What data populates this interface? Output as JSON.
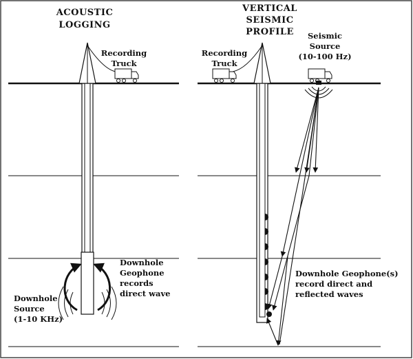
{
  "left_panel": {
    "title": [
      "ACOUSTIC",
      "LOGGING"
    ],
    "truck_label": [
      "Recording",
      "Truck"
    ],
    "receiver_label": [
      "Downhole",
      "Geophone",
      "records",
      "direct wave"
    ],
    "source_label": [
      "Downhole",
      "Source",
      "(1-10 KHz)"
    ]
  },
  "right_panel": {
    "title": [
      "VERTICAL",
      "SEISMIC",
      "PROFILE"
    ],
    "truck_label": [
      "Recording",
      "Truck"
    ],
    "source_label": [
      "Seismic",
      "Source",
      "(10-100 Hz)"
    ],
    "receiver_label": [
      "Downhole Geophone(s)",
      "record direct and",
      "reflected waves"
    ]
  },
  "colors": {
    "line": "#111111",
    "frame": "#444444",
    "background": "#ffffff"
  }
}
